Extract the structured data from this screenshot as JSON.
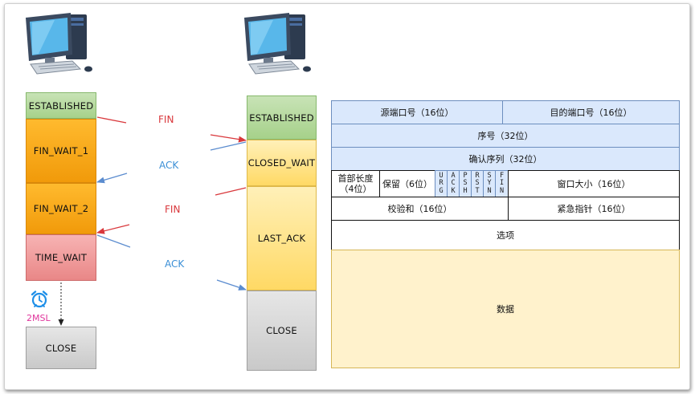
{
  "left_states": [
    "ESTABLISHED",
    "FIN_WAIT_1",
    "FIN_WAIT_2",
    "TIME_WAIT",
    "CLOSE"
  ],
  "right_states": [
    "ESTABLISHED",
    "CLOSED_WAIT",
    "LAST_ACK",
    "CLOSE"
  ],
  "signals": [
    "FIN",
    "ACK",
    "FIN",
    "ACK"
  ],
  "timer_label": "2MSL",
  "header": {
    "src_port": "源端口号（16位）",
    "dst_port": "目的端口号（16位）",
    "seq": "序号（32位）",
    "ack_seq": "确认序列（32位）",
    "header_len": "首部长度\n（4位）",
    "reserved": "保留（6位）",
    "flags": [
      "URG",
      "ACK",
      "PSH",
      "RST",
      "SYN",
      "FIN"
    ],
    "window": "窗口大小（16位）",
    "checksum": "校验和（16位）",
    "urgent": "紧急指针（16位）",
    "options": "选项",
    "data": "数据"
  },
  "colors": {
    "red_arrow": "#d9383c",
    "blue_arrow": "#5b8ccf",
    "fin_text": "#d9383c",
    "ack_text": "#3b8fd6",
    "timer": "#1e8fe8",
    "timer_text": "#e0359c"
  },
  "icons": [
    "computer-icon",
    "computer-icon",
    "alarm-clock-icon"
  ]
}
